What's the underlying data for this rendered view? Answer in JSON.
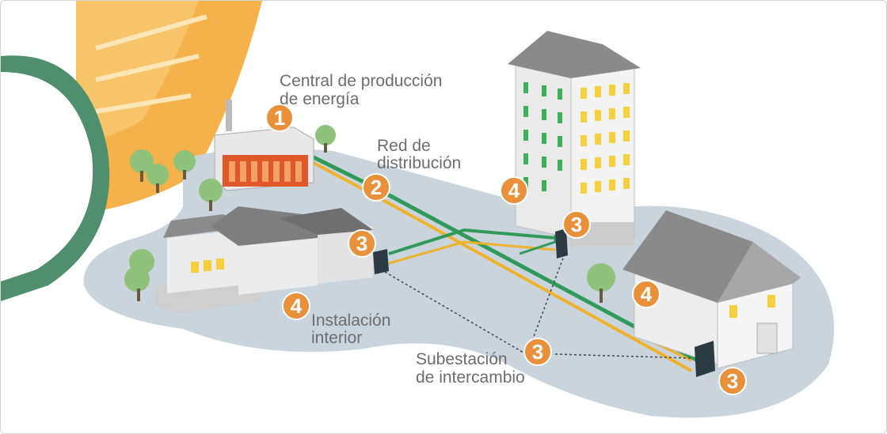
{
  "labels": {
    "production_line1": "Central de producción",
    "production_line2": "de energía",
    "network_line1": "Red de",
    "network_line2": "distribución",
    "interior_line1": "Instalación",
    "interior_line2": "interior",
    "substation_line1": "Subestación",
    "substation_line2": "de intercambio"
  },
  "markers": {
    "production": "1",
    "network": "2",
    "substation": "3",
    "interior": "4"
  },
  "colors": {
    "marker": "#e8903a",
    "pipe_supply": "#2f9a5a",
    "pipe_return": "#f0b12c",
    "ground": "#c9d4dd",
    "sun": "#f6b24a"
  }
}
